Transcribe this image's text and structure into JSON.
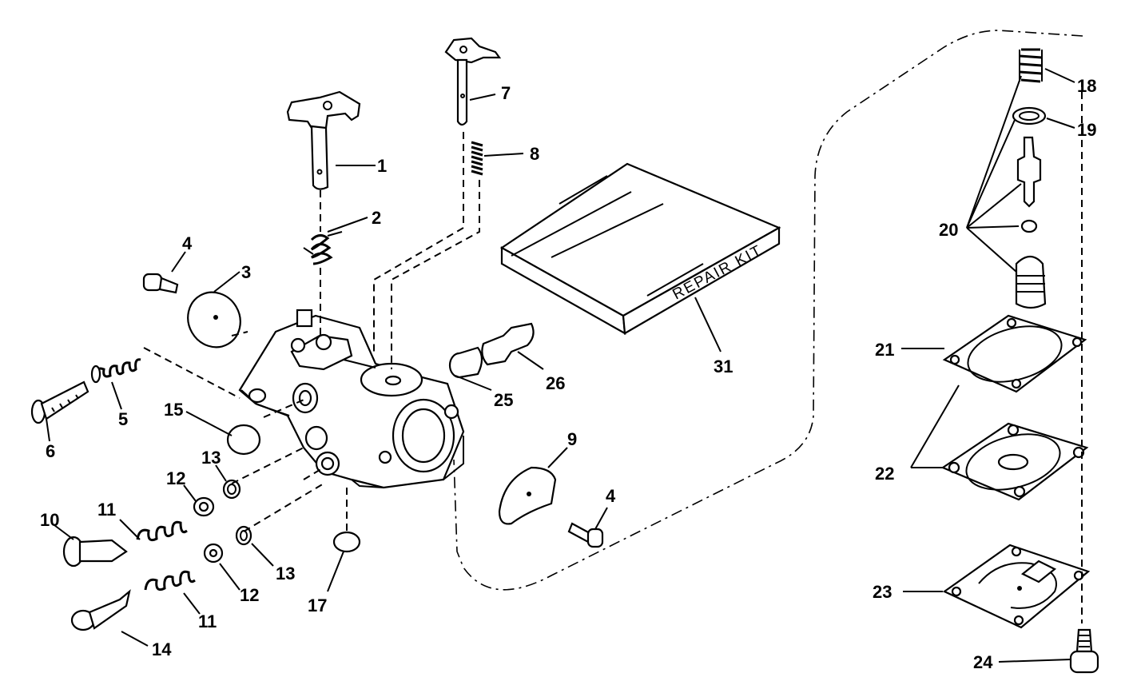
{
  "diagram": {
    "repair_kit_label": "REPAIR KIT",
    "callouts": [
      {
        "id": "c1",
        "text": "1"
      },
      {
        "id": "c2",
        "text": "2"
      },
      {
        "id": "c3",
        "text": "3"
      },
      {
        "id": "c4a",
        "text": "4"
      },
      {
        "id": "c4b",
        "text": "4"
      },
      {
        "id": "c5",
        "text": "5"
      },
      {
        "id": "c6",
        "text": "6"
      },
      {
        "id": "c7",
        "text": "7"
      },
      {
        "id": "c8",
        "text": "8"
      },
      {
        "id": "c9",
        "text": "9"
      },
      {
        "id": "c10",
        "text": "10"
      },
      {
        "id": "c11a",
        "text": "11"
      },
      {
        "id": "c11b",
        "text": "11"
      },
      {
        "id": "c12a",
        "text": "12"
      },
      {
        "id": "c12b",
        "text": "12"
      },
      {
        "id": "c13a",
        "text": "13"
      },
      {
        "id": "c13b",
        "text": "13"
      },
      {
        "id": "c14",
        "text": "14"
      },
      {
        "id": "c15",
        "text": "15"
      },
      {
        "id": "c17",
        "text": "17"
      },
      {
        "id": "c18",
        "text": "18"
      },
      {
        "id": "c19",
        "text": "19"
      },
      {
        "id": "c20",
        "text": "20"
      },
      {
        "id": "c21",
        "text": "21"
      },
      {
        "id": "c22",
        "text": "22"
      },
      {
        "id": "c23",
        "text": "23"
      },
      {
        "id": "c24",
        "text": "24"
      },
      {
        "id": "c25",
        "text": "25"
      },
      {
        "id": "c26",
        "text": "26"
      },
      {
        "id": "c31",
        "text": "31"
      }
    ]
  }
}
